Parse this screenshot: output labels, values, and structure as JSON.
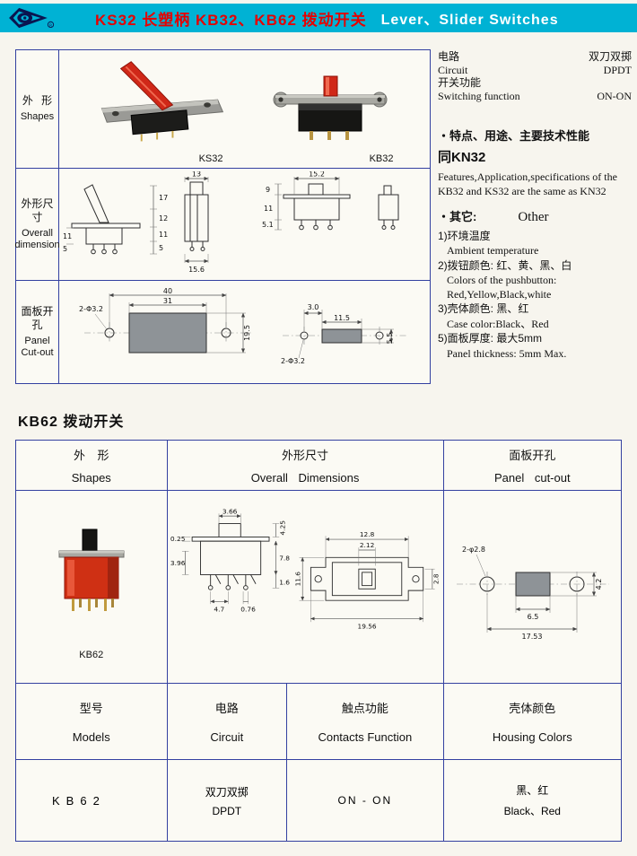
{
  "colors": {
    "accent_cyan": "#00b2d4",
    "title_red": "#e60000",
    "table_border_blue": "#3340a0",
    "switch_red": "#d02818"
  },
  "header": {
    "title_cn": "KS32 长塑柄 KB32、KB62 拨动开关",
    "title_en": "Lever、Slider Switches"
  },
  "upper": {
    "rows": {
      "shapes": {
        "cn": "外 形",
        "en": "Shapes"
      },
      "dims": {
        "cn": "外形尺寸",
        "en": "Overall dimension"
      },
      "cutout": {
        "cn": "面板开孔",
        "en": "Panel Cut-out"
      }
    },
    "photo_captions": {
      "ks32": "KS32",
      "kb32": "KB32"
    },
    "ks32_dims": {
      "w_top": "13",
      "s1": "17",
      "s2": "12",
      "s3": "11",
      "s4": "5",
      "w_bottom": "15.6",
      "l1": "11",
      "l2": "5"
    },
    "kb32_dims": {
      "w_top": "15.2",
      "s1": "9",
      "s2": "11",
      "s3": "5.1"
    },
    "cutout1": {
      "w_centers": "40",
      "w_slot": "31",
      "h_slot": "19.5",
      "holes": "2-Φ3.2"
    },
    "cutout2": {
      "d1": "3.0",
      "w_slot": "11.5",
      "h_slot": "5.5",
      "holes": "2-Φ3.2"
    }
  },
  "specs": {
    "circuit_cn": "电路",
    "circuit_en": "Circuit",
    "circuit_val_cn": "双刀双掷",
    "circuit_val_en": "DPDT",
    "func_cn": "开关功能",
    "func_en": "Switching function",
    "func_val": "ON-ON",
    "features_heading_cn": "・特点、用途、主要技术性能",
    "features_heading2": "同KN32",
    "features_en": "Features,Application,specifications of the KB32 and KS32 are the same as KN32",
    "other_cn": "・其它:",
    "other_en": "Other",
    "notes": [
      {
        "cn": "1)环境温度",
        "en": "Ambient temperature"
      },
      {
        "cn": "2)拨钮颜色: 红、黄、黑、白",
        "en": "Colors of the pushbutton: Red,Yellow,Black,white"
      },
      {
        "cn": "3)壳体颜色: 黑、红",
        "en": "Case color:Black、Red"
      },
      {
        "cn": "5)面板厚度: 最大5mm",
        "en": "Panel thickness: 5mm Max."
      }
    ]
  },
  "section2": {
    "title": "KB62 拨动开关"
  },
  "lower": {
    "headers": [
      {
        "cn": "外 形",
        "en": "Shapes"
      },
      {
        "cn": "外形尺寸",
        "en": "Overall Dimensions"
      },
      {
        "cn": "面板开孔",
        "en": "Panel cut-out"
      }
    ],
    "photo_caption": "KB62",
    "front_dims": {
      "w_knob": "3.66",
      "h_knob": "4.25",
      "t_plate": "0.25",
      "h_body": "7.8",
      "l_mid": "3.96",
      "h_pin": "1.6",
      "p1": "4.7",
      "p2": "0.76"
    },
    "top_dims": {
      "w_body": "12.8",
      "w_knob": "2.12",
      "h_body": "11.6",
      "h_knob": "2.8",
      "w_total": "19.56"
    },
    "cutout_dims": {
      "holes": "2-φ2.8",
      "w_slot": "6.5",
      "w_centers": "17.53",
      "h_slot": "4.2"
    },
    "models_headers": [
      {
        "cn": "型号",
        "en": "Models"
      },
      {
        "cn": "电路",
        "en": "Circuit"
      },
      {
        "cn": "触点功能",
        "en": "Contacts Function"
      },
      {
        "cn": "壳体颜色",
        "en": "Housing Colors"
      }
    ],
    "model_row": {
      "model": "KB62",
      "circuit_cn": "双刀双掷",
      "circuit_en": "DPDT",
      "contacts": "ON - ON",
      "housing_cn": "黑、红",
      "housing_en": "Black、Red"
    }
  }
}
